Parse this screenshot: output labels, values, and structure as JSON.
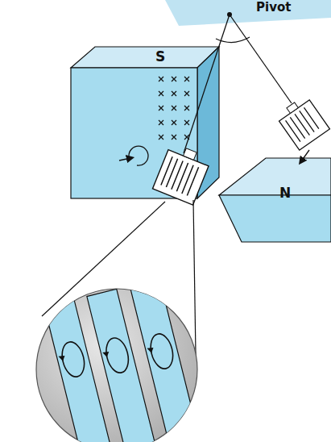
{
  "diagram": {
    "labels": [
      "Pivot",
      "S",
      "N"
    ]
  }
}
